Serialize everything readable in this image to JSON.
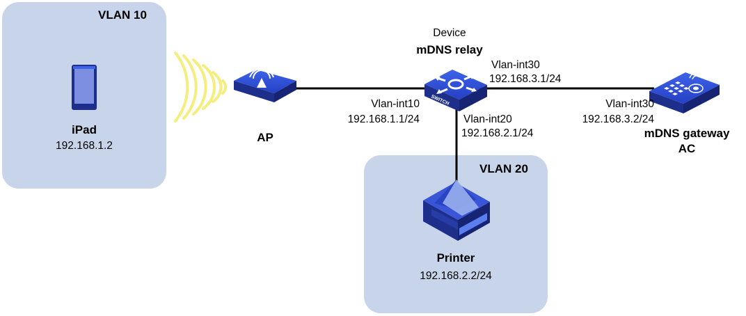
{
  "colors": {
    "vlan_area": "#c7d4ea",
    "link": "#000000",
    "device_top": "#2e4fd9",
    "device_side": "#1d2f8a",
    "wifi_waves": "#f4ee7e"
  },
  "vlan10": {
    "label": "VLAN 10"
  },
  "vlan20": {
    "label": "VLAN 20"
  },
  "ipad": {
    "name": "iPad",
    "ip": "192.168.1.2",
    "icon": "tablet-icon"
  },
  "ap": {
    "name": "AP",
    "icon": "access-point-icon"
  },
  "device": {
    "title": "Device",
    "role": "mDNS relay",
    "icon": "switch-icon",
    "switch_text": "SWITCH",
    "if10_name": "Vlan-int10",
    "if10_ip": "192.168.1.1/24",
    "if20_name": "Vlan-int20",
    "if20_ip": "192.168.2.1/24",
    "if30_name": "Vlan-int30",
    "if30_ip": "192.168.3.1/24"
  },
  "ac": {
    "role": "mDNS gateway",
    "name": "AC",
    "if30_name": "Vlan-int30",
    "if30_ip": "192.168.3.2/24",
    "icon": "access-controller-icon"
  },
  "printer": {
    "name": "Printer",
    "ip": "192.168.2.2/24",
    "icon": "printer-icon"
  }
}
